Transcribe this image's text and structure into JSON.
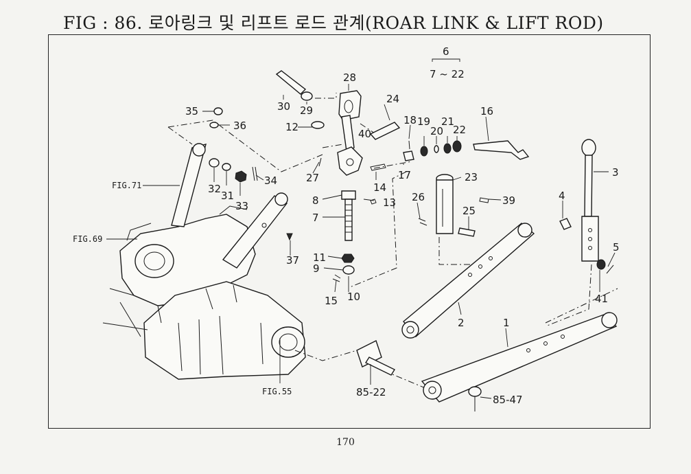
{
  "title": "FIG : 86. 로아링크 및 리프트 로드 관계(ROAR LINK & LIFT ROD)",
  "page_number": "170",
  "callouts": {
    "p1": "1",
    "p2": "2",
    "p3": "3",
    "p4": "4",
    "p5": "5",
    "p6": "6",
    "p6_range": "7 ~ 22",
    "p7": "7",
    "p8": "8",
    "p9": "9",
    "p10": "10",
    "p11": "11",
    "p12": "12",
    "p13": "13",
    "p14": "14",
    "p15": "15",
    "p16": "16",
    "p17": "17",
    "p18": "18",
    "p19": "19",
    "p20": "20",
    "p21": "21",
    "p22": "22",
    "p23": "23",
    "p24": "24",
    "p25": "25",
    "p26": "26",
    "p27": "27",
    "p28": "28",
    "p29": "29",
    "p30": "30",
    "p31": "31",
    "p32": "32",
    "p33": "33",
    "p34": "34",
    "p35": "35",
    "p36": "36",
    "p37": "37",
    "p39": "39",
    "p40": "40",
    "p41": "41",
    "p85_22": "85-22",
    "p85_47": "85-47"
  },
  "figure_refs": {
    "fig71": "FIG.71",
    "fig69": "FIG.69",
    "fig55": "FIG.55"
  }
}
